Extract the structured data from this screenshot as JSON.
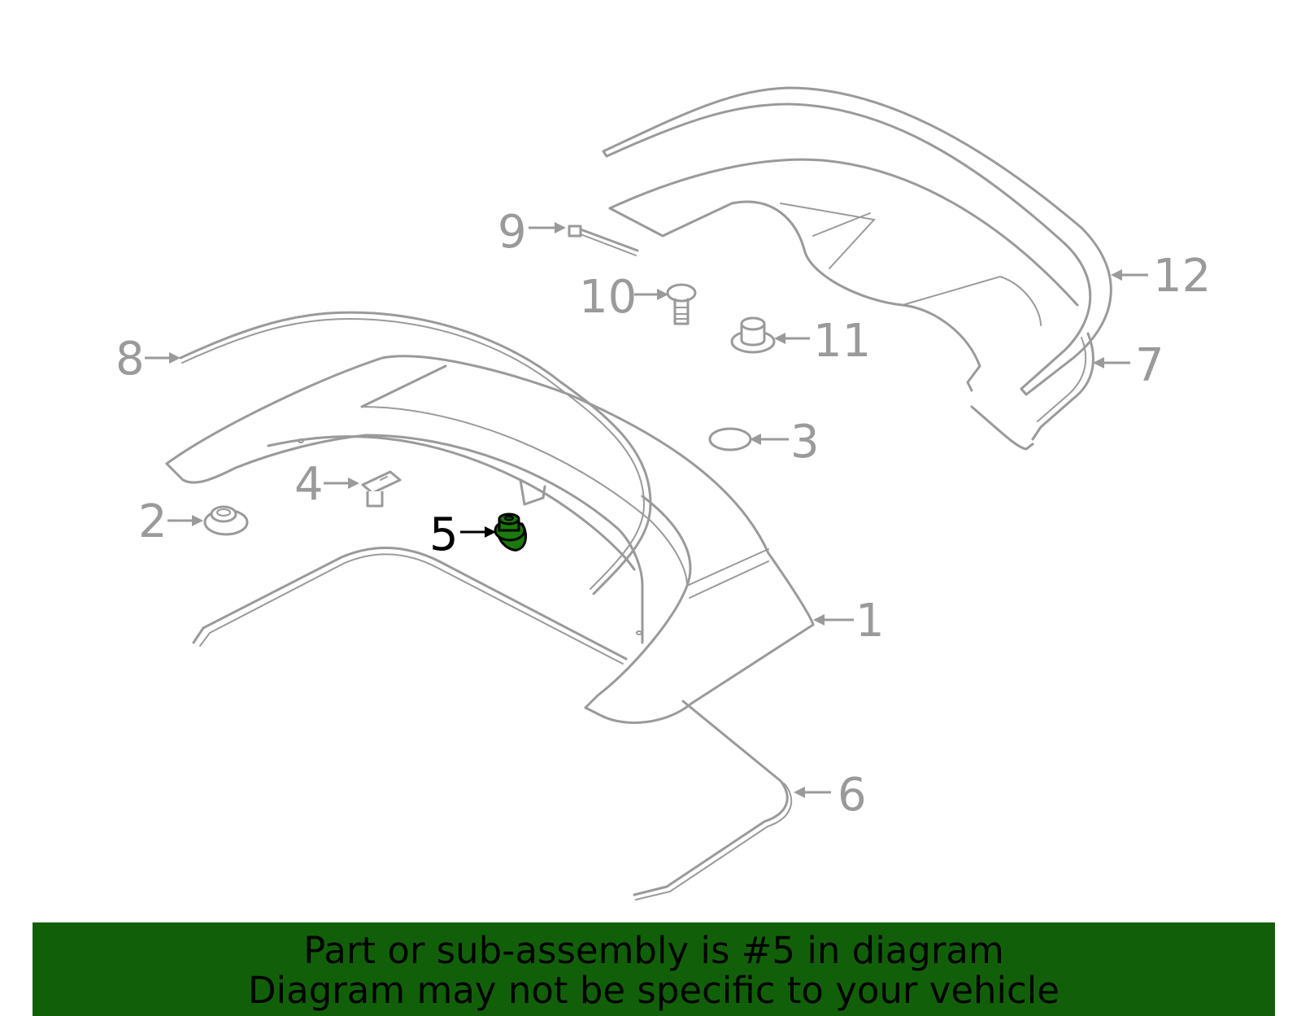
{
  "diagram": {
    "highlighted_part": "5",
    "callouts": [
      {
        "id": "c1",
        "label": "1"
      },
      {
        "id": "c2",
        "label": "2"
      },
      {
        "id": "c3",
        "label": "3"
      },
      {
        "id": "c4",
        "label": "4"
      },
      {
        "id": "c5",
        "label": "5"
      },
      {
        "id": "c6",
        "label": "6"
      },
      {
        "id": "c7",
        "label": "7"
      },
      {
        "id": "c8",
        "label": "8"
      },
      {
        "id": "c9",
        "label": "9"
      },
      {
        "id": "c10",
        "label": "10"
      },
      {
        "id": "c11",
        "label": "11"
      },
      {
        "id": "c12",
        "label": "12"
      }
    ],
    "colors": {
      "line": "#9a9a9a",
      "highlight_part": "#1a7a0a",
      "highlight_label": "#000000",
      "banner": "#116009"
    }
  },
  "banner": {
    "line1": "Part or sub-assembly is #5 in diagram",
    "line2": "Diagram may not be specific to your vehicle"
  }
}
